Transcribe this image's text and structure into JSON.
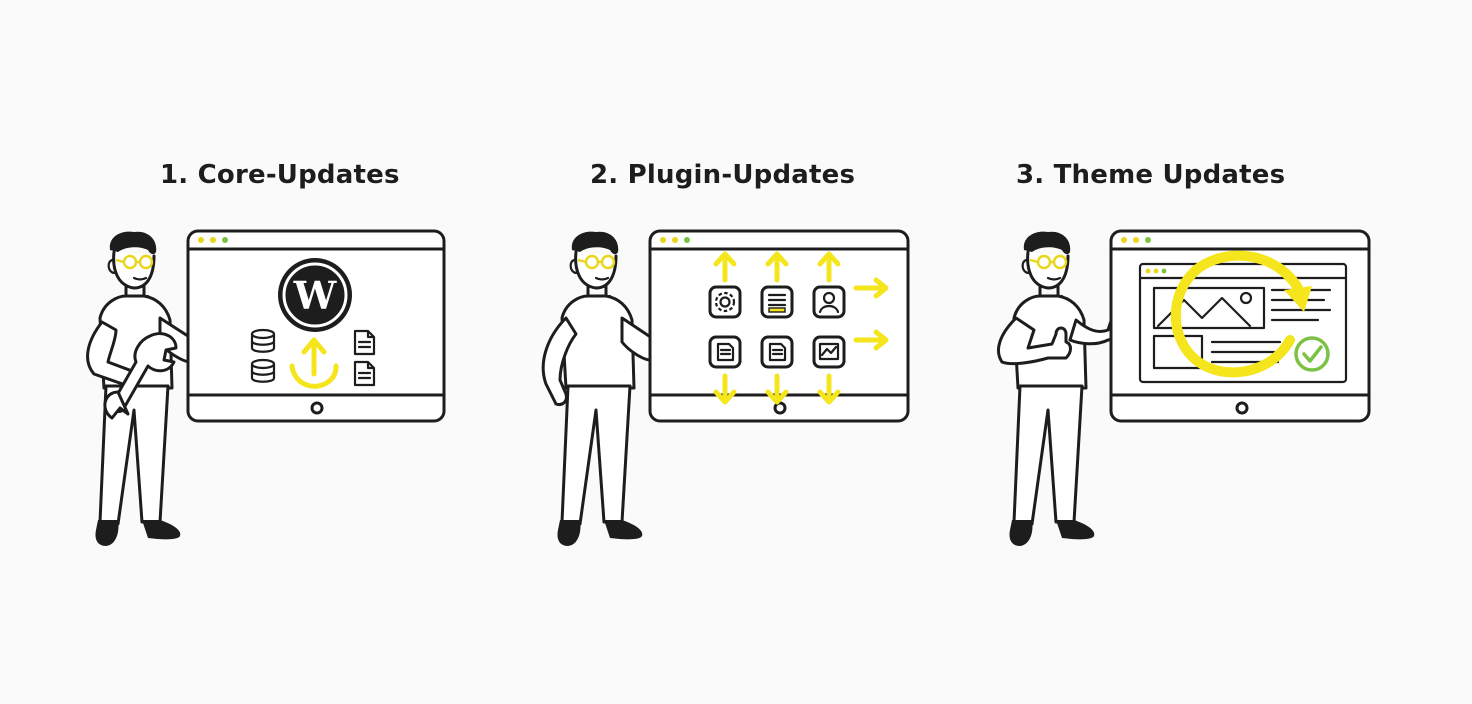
{
  "steps": [
    {
      "title": "1. Core-Updates"
    },
    {
      "title": "2. Plugin-Updates"
    },
    {
      "title": "3. Theme Updates"
    }
  ],
  "colors": {
    "accent": "#f5e51c",
    "ink": "#1d1d1d",
    "check": "#7cc242",
    "dot_yellow": "#e9d61a",
    "dot_green": "#7cc242",
    "background": "#fafafa"
  },
  "icons": {
    "panel_1": [
      "wordpress-logo-icon",
      "database-icon",
      "document-icon",
      "update-arrow-icon"
    ],
    "panel_2": [
      "gear-icon",
      "card-icon",
      "user-icon",
      "document-icon",
      "chart-icon",
      "arrow-icon"
    ],
    "panel_3": [
      "image-placeholder-icon",
      "refresh-cycle-icon",
      "checkmark-icon"
    ]
  }
}
